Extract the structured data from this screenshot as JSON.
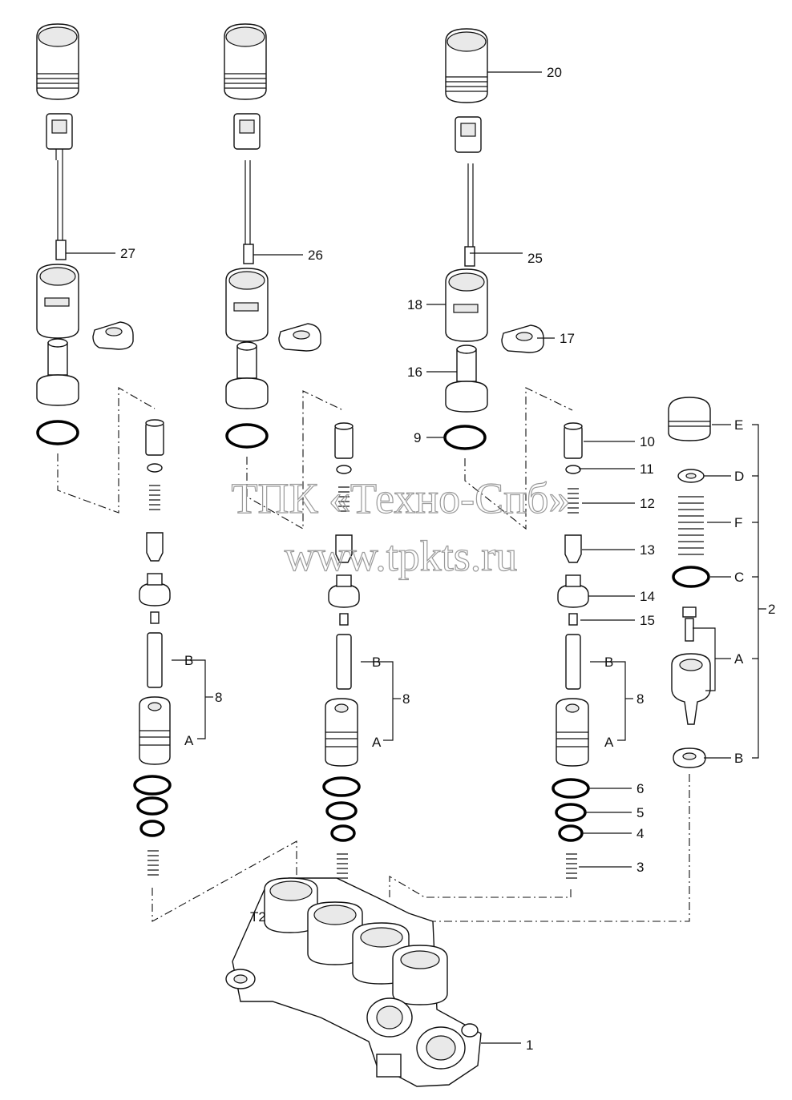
{
  "watermark": {
    "line1": "ТПК «Техно-Спб»",
    "line2": "www.tpkts.ru"
  },
  "callouts": {
    "n1": "1",
    "n2": "2",
    "n3": "3",
    "n4": "4",
    "n5": "5",
    "n6": "6",
    "n8": "8",
    "n9": "9",
    "n10": "10",
    "n11": "11",
    "n12": "12",
    "n13": "13",
    "n14": "14",
    "n15": "15",
    "n16": "16",
    "n17": "17",
    "n18": "18",
    "n20": "20",
    "n25": "25",
    "n26": "26",
    "n27": "27",
    "A": "A",
    "B": "B",
    "C": "C",
    "D": "D",
    "E": "E",
    "F": "F"
  },
  "body_marking": "T2"
}
